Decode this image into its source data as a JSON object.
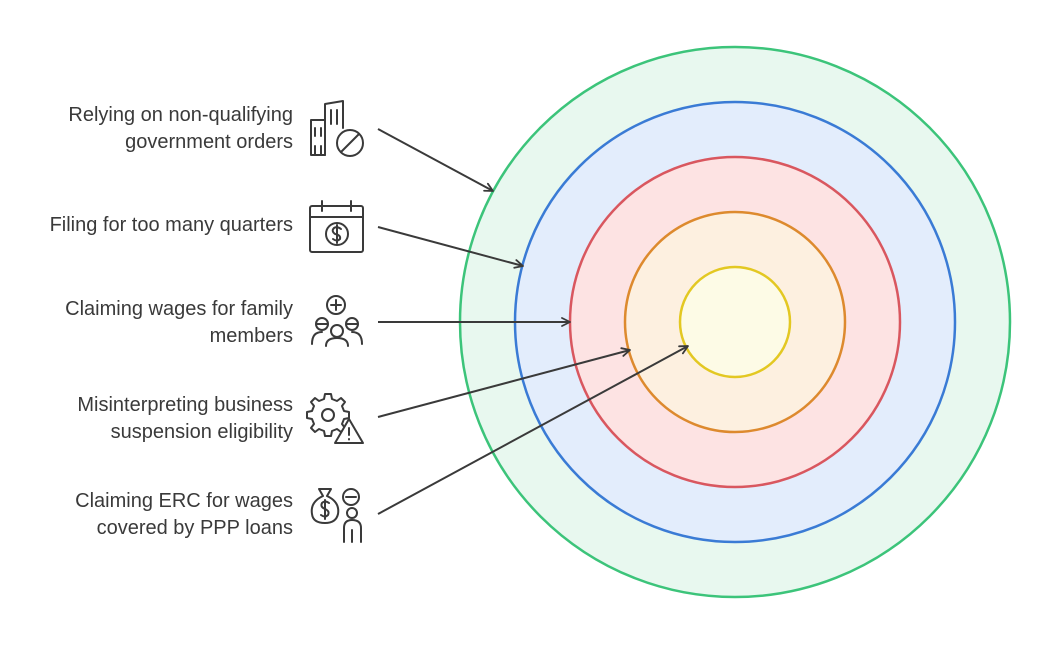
{
  "colors": {
    "ring_green_stroke": "#3cc47a",
    "ring_green_fill": "#e8f8ef",
    "ring_blue_stroke": "#3a7bd5",
    "ring_blue_fill": "#e3edfc",
    "ring_red_stroke": "#d9575f",
    "ring_red_fill": "#fde3e3",
    "ring_orange_stroke": "#dd8a2e",
    "ring_orange_fill": "#fdf0e0",
    "ring_yellow_stroke": "#e3c822",
    "ring_yellow_fill": "#fdfbe6",
    "arrow": "#3a3a3a",
    "icon": "#3a3a3a",
    "text": "#3a3a3a"
  },
  "items": [
    {
      "line1": "Relying on non-qualifying",
      "line2": "government orders",
      "icon": "building-ban-icon"
    },
    {
      "line1": "Filing for too many quarters",
      "line2": "",
      "icon": "calendar-dollar-icon"
    },
    {
      "line1": "Claiming wages for family",
      "line2": "members",
      "icon": "family-plus-icon"
    },
    {
      "line1": "Misinterpreting business",
      "line2": "suspension eligibility",
      "icon": "gear-warning-icon"
    },
    {
      "line1": "Claiming ERC for wages",
      "line2": "covered by PPP loans",
      "icon": "money-bag-person-icon"
    }
  ]
}
